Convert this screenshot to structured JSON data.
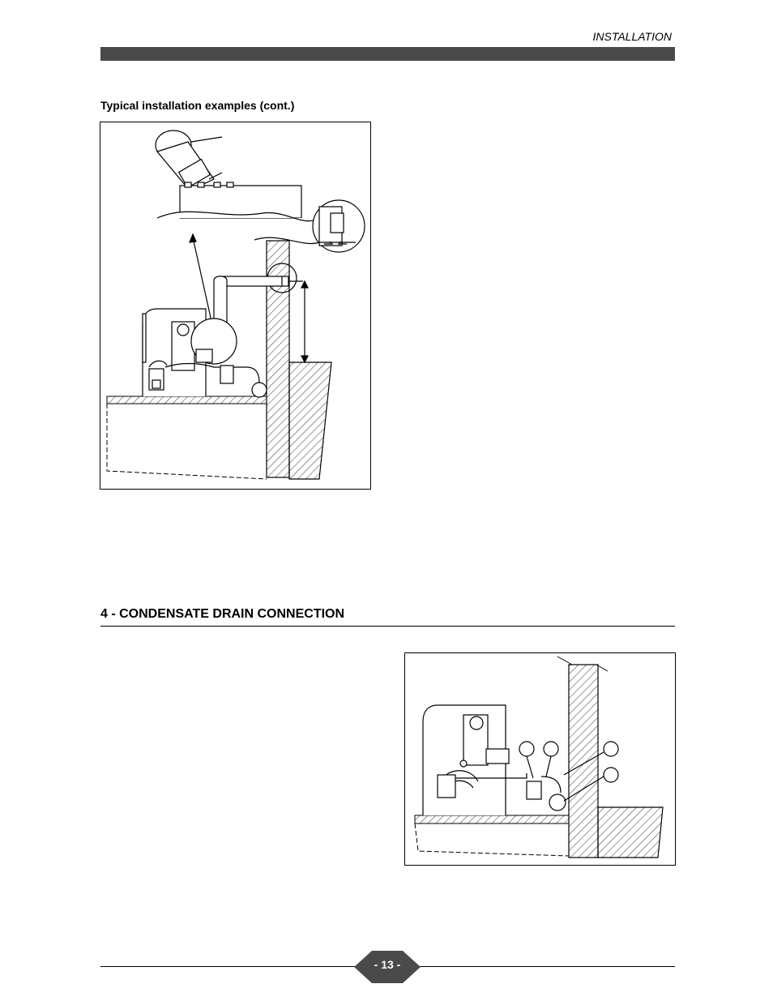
{
  "header": {
    "section_label": "INSTALLATION"
  },
  "figure1": {
    "caption": "Typical installation examples (cont.)"
  },
  "section": {
    "title": "4  -   CONDENSATE DRAIN CONNECTION"
  },
  "footer": {
    "page_number": "- 13 -"
  },
  "colors": {
    "header_bar": "#4a4a4a",
    "page_badge": "#4a4a4a"
  }
}
